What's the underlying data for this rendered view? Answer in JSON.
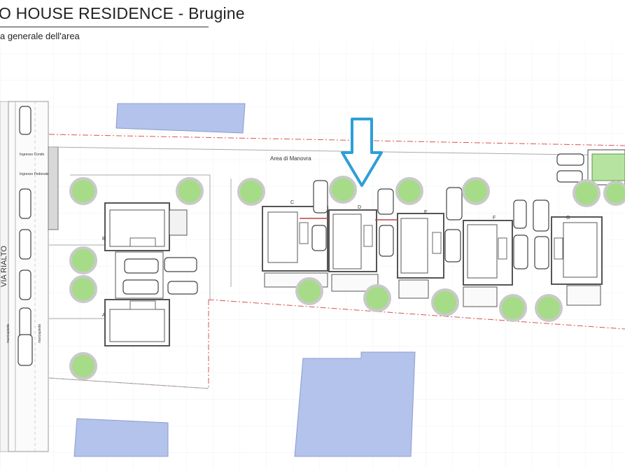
{
  "title": "O HOUSE RESIDENCE - Brugine",
  "subtitle": "a generale dell'area",
  "labels": {
    "street": "VIA RIALTO",
    "manovra": "Area di Manovra",
    "ingresso_condo": "Ingresso\nCondo",
    "ingresso_pedonale": "Ingresso\nPedonale",
    "unit_a": "A",
    "unit_b": "B",
    "unit_c": "C",
    "unit_d": "D",
    "unit_e": "E",
    "unit_f": "F",
    "unit_g": "G",
    "marciapiede_left": "marciapiede",
    "marciapiede_right": "marciapiede"
  },
  "colors": {
    "building_fill": "#b3c3ec",
    "tree_fill": "#a6dc88",
    "arrow": "#2e9fd8",
    "boundary": "#d9534f",
    "pool": "#b7e3a0"
  }
}
